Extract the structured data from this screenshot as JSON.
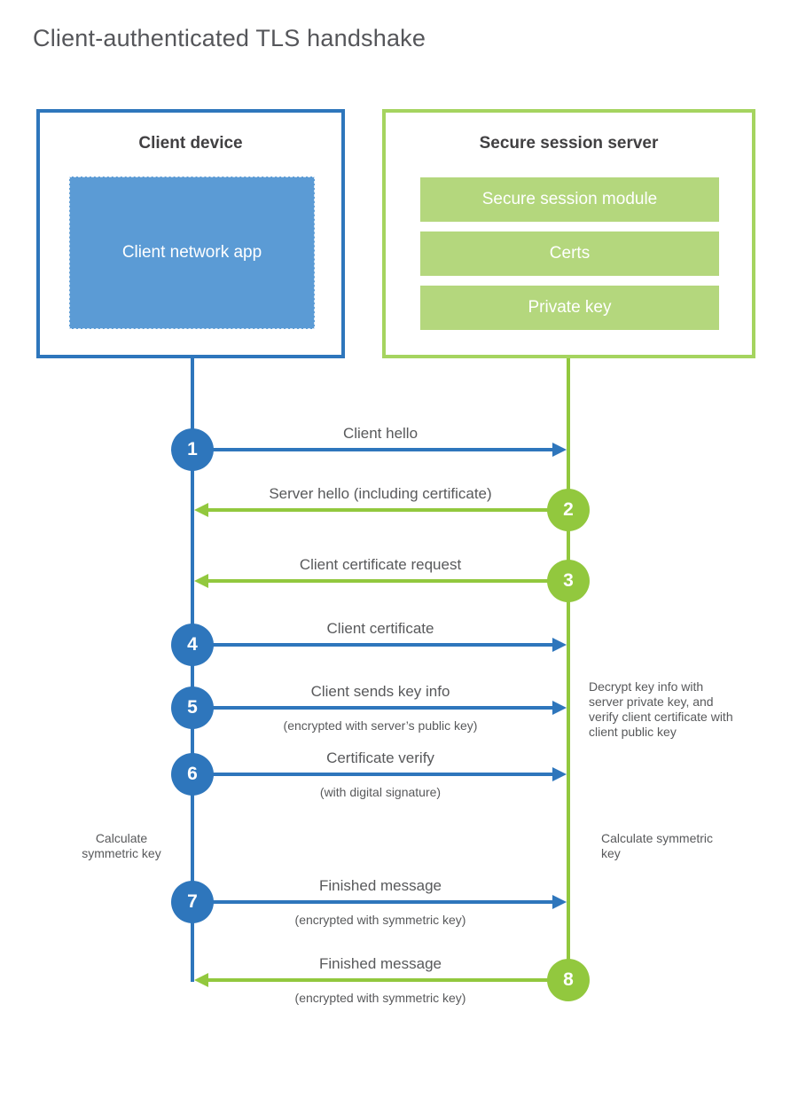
{
  "title": "Client-authenticated TLS handshake",
  "colors": {
    "client_accent": "#2e76bc",
    "client_fill": "#5b9bd5",
    "server_accent": "#92c83e",
    "server_border": "#a5d45f",
    "server_fill": "#b4d77d",
    "text_primary": "#58595b",
    "heading": "#414042"
  },
  "client_box": {
    "title": "Client device",
    "app_label": "Client network app"
  },
  "server_box": {
    "title": "Secure session server",
    "modules": [
      "Secure session module",
      "Certs",
      "Private key"
    ]
  },
  "steps": [
    {
      "num": "1",
      "from": "client",
      "to": "server",
      "label": "Client hello",
      "sublabel": ""
    },
    {
      "num": "2",
      "from": "server",
      "to": "client",
      "label": "Server hello (including certificate)",
      "sublabel": ""
    },
    {
      "num": "3",
      "from": "server",
      "to": "client",
      "label": "Client certificate request",
      "sublabel": ""
    },
    {
      "num": "4",
      "from": "client",
      "to": "server",
      "label": "Client certificate",
      "sublabel": ""
    },
    {
      "num": "5",
      "from": "client",
      "to": "server",
      "label": "Client sends key info",
      "sublabel": "(encrypted with server’s public key)"
    },
    {
      "num": "6",
      "from": "client",
      "to": "server",
      "label": "Certificate verify",
      "sublabel": "(with digital signature)"
    },
    {
      "num": "7",
      "from": "client",
      "to": "server",
      "label": "Finished message",
      "sublabel": "(encrypted with symmetric key)"
    },
    {
      "num": "8",
      "from": "server",
      "to": "client",
      "label": "Finished message",
      "sublabel": "(encrypted with symmetric key)"
    }
  ],
  "notes": {
    "decrypt": "Decrypt key info with server private key, and verify client certificate with client public key",
    "calc_left": "Calculate symmetric key",
    "calc_right": "Calculate symmetric key"
  }
}
